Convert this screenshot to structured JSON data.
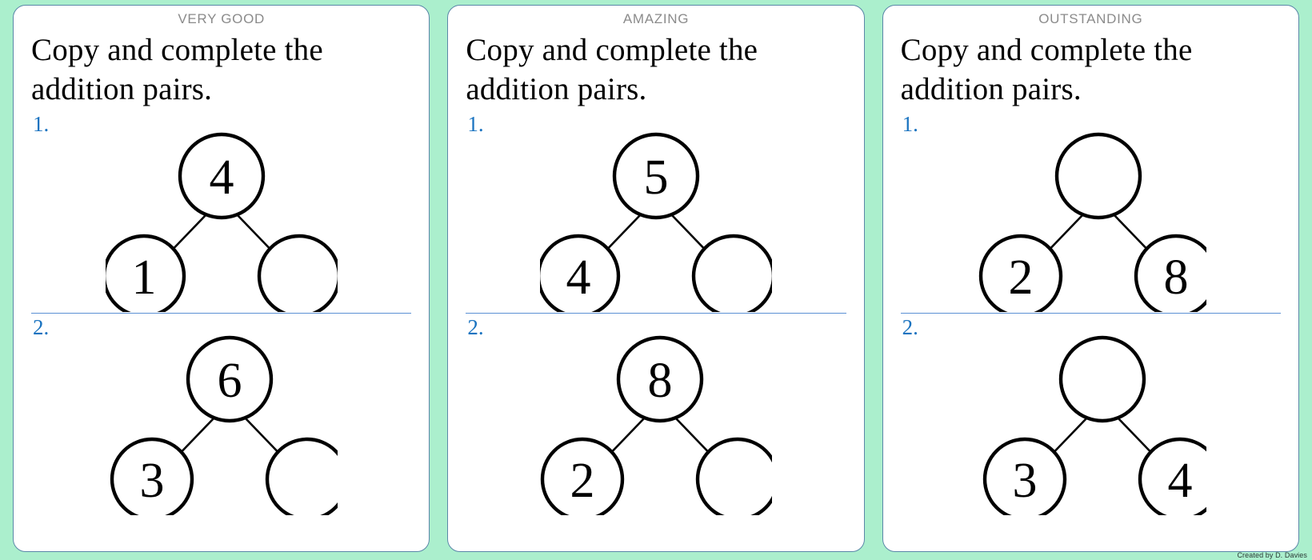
{
  "page": {
    "background_color": "#abefcd",
    "credit": "Created by D. Davies"
  },
  "style": {
    "card_background": "#ffffff",
    "card_border_color": "#5a87a8",
    "award_text_color": "#8b8b8b",
    "question_number_color": "#1a73c0",
    "divider_color": "#5b90d4",
    "circle_stroke_color": "#000000"
  },
  "cards": [
    {
      "award": "VERY GOOD",
      "title": "Copy and complete the addition pairs.",
      "questions": [
        {
          "number": "1.",
          "diagram": {
            "whole": "4",
            "part_left": "1",
            "part_right": ""
          }
        },
        {
          "number": "2.",
          "diagram": {
            "whole": "6",
            "part_left": "3",
            "part_right": ""
          }
        }
      ]
    },
    {
      "award": "AMAZING",
      "title": "Copy and complete the addition pairs.",
      "questions": [
        {
          "number": "1.",
          "diagram": {
            "whole": "5",
            "part_left": "4",
            "part_right": ""
          }
        },
        {
          "number": "2.",
          "diagram": {
            "whole": "8",
            "part_left": "2",
            "part_right": ""
          }
        }
      ]
    },
    {
      "award": "OUTSTANDING",
      "title": "Copy and complete the addition pairs.",
      "questions": [
        {
          "number": "1.",
          "diagram": {
            "whole": "",
            "part_left": "2",
            "part_right": "8"
          }
        },
        {
          "number": "2.",
          "diagram": {
            "whole": "",
            "part_left": "3",
            "part_right": "4"
          }
        }
      ]
    }
  ]
}
